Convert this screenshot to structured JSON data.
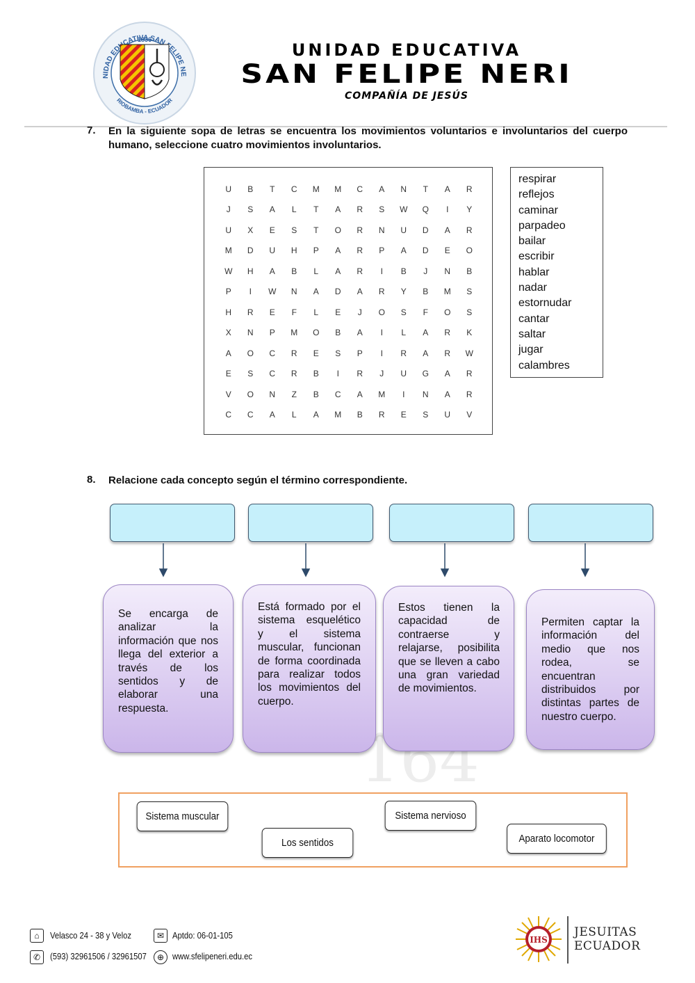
{
  "header": {
    "seal": {
      "ring_text": "UNIDAD EDUCATIVA SAN FELIPE NERI",
      "year": "1836",
      "bottom_text": "RIOBAMBA - ECUADOR"
    },
    "line1": "Unidad Educativa",
    "line2": "San Felipe Neri",
    "line3": "Compañía de Jesús"
  },
  "question7": {
    "number": "7.",
    "text": "En la siguiente sopa de letras se encuentra los movimientos voluntarios e involuntarios del cuerpo humano, seleccione cuatro movimientos involuntarios.",
    "grid": [
      [
        "U",
        "B",
        "T",
        "C",
        "M",
        "M",
        "C",
        "A",
        "N",
        "T",
        "A",
        "R"
      ],
      [
        "J",
        "S",
        "A",
        "L",
        "T",
        "A",
        "R",
        "S",
        "W",
        "Q",
        "I",
        "Y"
      ],
      [
        "U",
        "X",
        "E",
        "S",
        "T",
        "O",
        "R",
        "N",
        "U",
        "D",
        "A",
        "R"
      ],
      [
        "M",
        "D",
        "U",
        "H",
        "P",
        "A",
        "R",
        "P",
        "A",
        "D",
        "E",
        "O"
      ],
      [
        "W",
        "H",
        "A",
        "B",
        "L",
        "A",
        "R",
        "I",
        "B",
        "J",
        "N",
        "B"
      ],
      [
        "P",
        "I",
        "W",
        "N",
        "A",
        "D",
        "A",
        "R",
        "Y",
        "B",
        "M",
        "S"
      ],
      [
        "H",
        "R",
        "E",
        "F",
        "L",
        "E",
        "J",
        "O",
        "S",
        "F",
        "O",
        "S"
      ],
      [
        "X",
        "N",
        "P",
        "M",
        "O",
        "B",
        "A",
        "I",
        "L",
        "A",
        "R",
        "K"
      ],
      [
        "A",
        "O",
        "C",
        "R",
        "E",
        "S",
        "P",
        "I",
        "R",
        "A",
        "R",
        "W"
      ],
      [
        "E",
        "S",
        "C",
        "R",
        "B",
        "I",
        "R",
        "J",
        "U",
        "G",
        "A",
        "R"
      ],
      [
        "V",
        "O",
        "N",
        "Z",
        "B",
        "C",
        "A",
        "M",
        "I",
        "N",
        "A",
        "R"
      ],
      [
        "C",
        "C",
        "A",
        "L",
        "A",
        "M",
        "B",
        "R",
        "E",
        "S",
        "U",
        "V"
      ]
    ],
    "words": [
      "respirar",
      "reflejos",
      "caminar",
      "parpadeo",
      "bailar",
      "escribir",
      "hablar",
      "nadar",
      "estornudar",
      "cantar",
      "saltar",
      "jugar",
      "calambres"
    ]
  },
  "question8": {
    "number": "8.",
    "text": "Relacione cada concepto según el término correspondiente.",
    "concepts": [
      "Se encarga de analizar la información que nos llega del exterior a través de los sentidos y de elaborar una respuesta.",
      "Está formado por el sistema esquelético y el sistema muscular, funcionan de forma coordinada para realizar todos los movimientos del cuerpo.",
      "Estos tienen la capacidad de contraerse y relajarse, posibilita que se lleven a cabo una gran variedad de movimientos.",
      "Permiten captar la información del medio que nos rodea, se encuentran distribuidos por distintas partes de nuestro cuerpo."
    ],
    "terms": [
      "Sistema muscular",
      "Los sentidos",
      "Sistema nervioso",
      "Aparato locomotor"
    ]
  },
  "footer": {
    "address": "Velasco 24 - 38 y Veloz",
    "po_box": "Aptdo: 06-01-105",
    "phone": "(593) 32961506 / 32961507",
    "website": "www.sfelipeneri.edu.ec",
    "jesuit_line1": "JESUITAS",
    "jesuit_line2": "ECUADOR",
    "jesuit_seal": "IHS"
  },
  "colors": {
    "blue_box": "#c6f0fb",
    "purple_box": "#cbb6ea",
    "orange_frame": "#f0a060",
    "arrow": "#2e4a6a"
  }
}
